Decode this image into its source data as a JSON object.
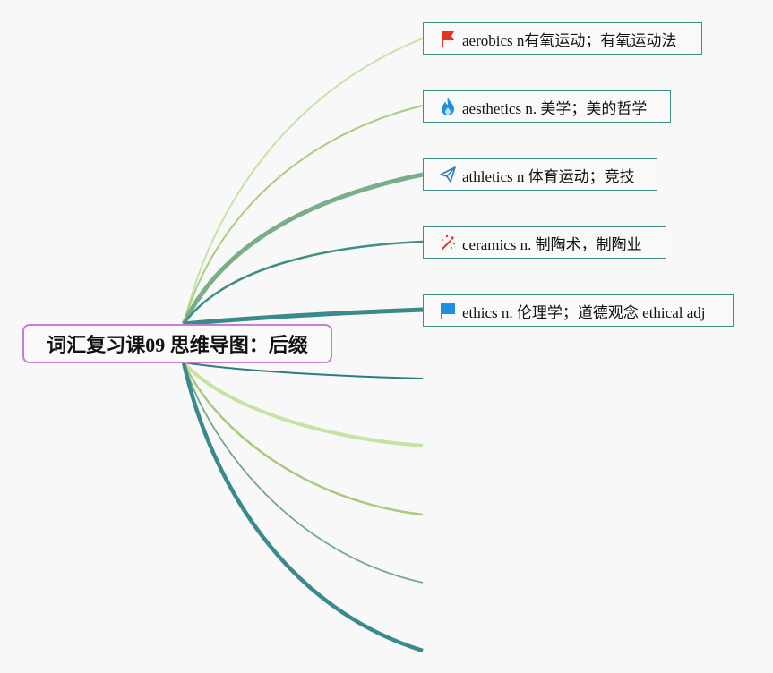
{
  "mindmap": {
    "root": {
      "label": "词汇复习课09 思维导图：后缀"
    },
    "nodes": [
      {
        "label": "aerobics n有氧运动；有氧运动法",
        "icon": "red-flag-icon",
        "color": "#e53323"
      },
      {
        "label": "aesthetics n. 美学；美的哲学",
        "icon": "flame-icon",
        "color": "#1f8fe0"
      },
      {
        "label": "athletics n 体育运动；竞技",
        "icon": "paper-plane-icon",
        "color": "#2a7fc0"
      },
      {
        "label": "ceramics n. 制陶术，制陶业",
        "icon": "magic-wand-icon",
        "color": "#d83a2e"
      },
      {
        "label": "ethics n. 伦理学；道德观念 ethical adj",
        "icon": "blue-flag-icon",
        "color": "#1f8fe0"
      }
    ]
  }
}
